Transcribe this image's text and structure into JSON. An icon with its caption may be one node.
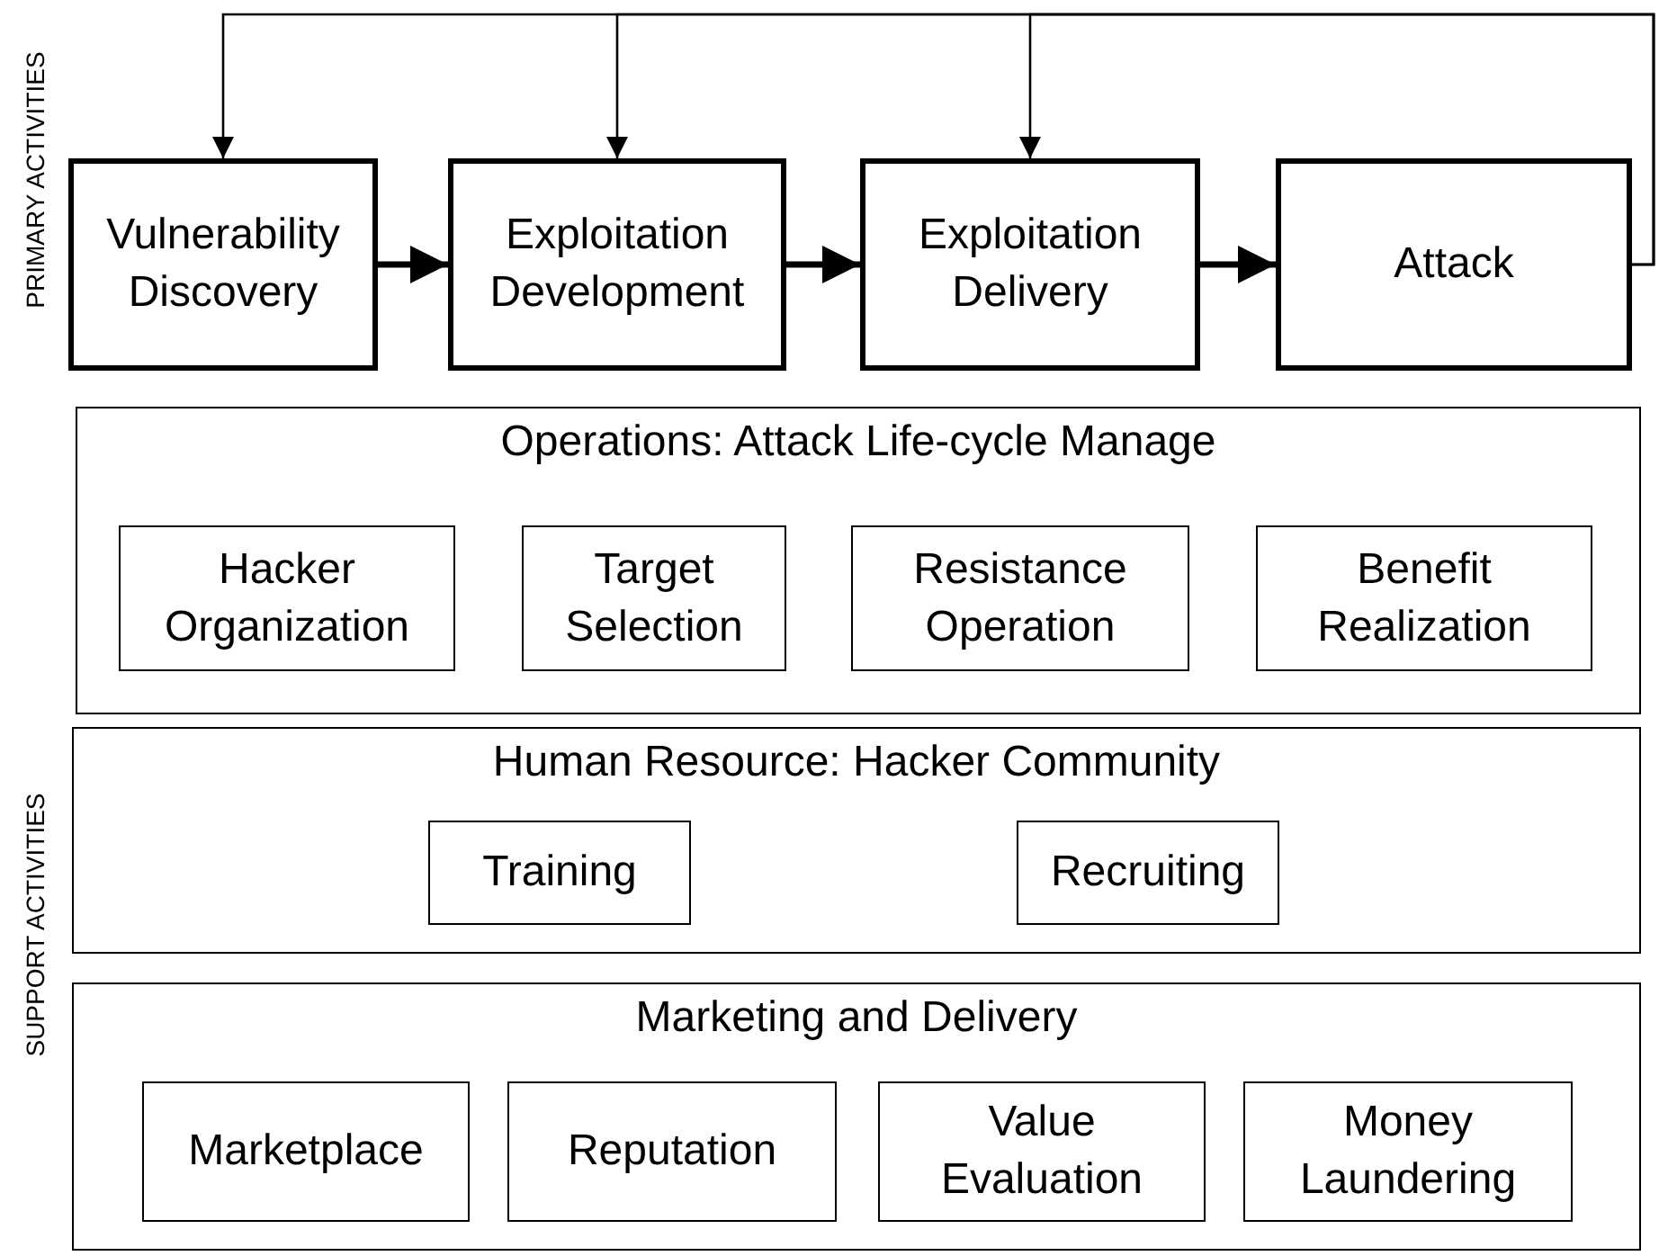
{
  "diagram": {
    "nodes": [
      {
        "text": [
          "Vulnerability Discovery"
        ]
      },
      {
        "text": [
          "Exploitation Development"
        ]
      },
      {
        "text": [
          "Exploitation Delivery"
        ]
      },
      {
        "text": [
          "Attack"
        ]
      },
      {
        "text": [
          "Operations: Attack Life-cycle Manage"
        ]
      },
      {
        "text": [
          "Hacker Organization"
        ],
        "in": 4
      },
      {
        "text": [
          "Target Selection"
        ],
        "in": 4
      },
      {
        "text": [
          "Resistance Operation"
        ],
        "in": 4
      },
      {
        "text": [
          "Benefit Realization"
        ],
        "in": 4
      },
      {
        "text": [
          "Human Resource: Hacker Community"
        ]
      },
      {
        "text": [
          "Training"
        ],
        "in": 9
      },
      {
        "text": [
          "Recruiting"
        ],
        "in": 9
      },
      {
        "text": [
          "Marketing and Delivery"
        ]
      },
      {
        "text": [
          "Marketplace"
        ],
        "in": 12
      },
      {
        "text": [
          "Reputation"
        ],
        "in": 12
      },
      {
        "text": [
          "Value Evaluation"
        ],
        "in": 12
      },
      {
        "text": [
          "Money Laundering"
        ],
        "in": 12
      }
    ],
    "edges": [
      {
        "from": 0,
        "to": 1,
        "arrow": "to",
        "style": "thick"
      },
      {
        "from": 1,
        "to": 2,
        "arrow": "to",
        "style": "thick"
      },
      {
        "from": 2,
        "to": 3,
        "arrow": "to",
        "style": "thick"
      },
      {
        "from": 3,
        "to": 0,
        "arrow": "to"
      },
      {
        "from": 3,
        "to": 1,
        "arrow": "to"
      },
      {
        "from": 3,
        "to": 2,
        "arrow": "to"
      }
    ],
    "labels": [
      "PRIMARY ACTIVITIES",
      "SUPPORT ACTIVITIES"
    ]
  }
}
